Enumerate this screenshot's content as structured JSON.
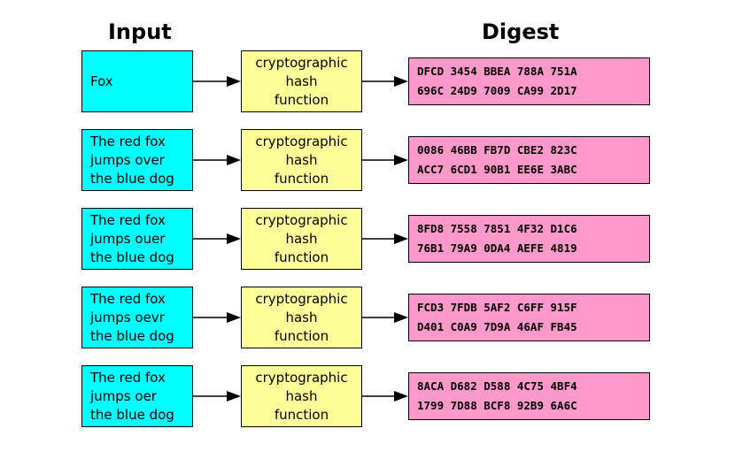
{
  "headings": {
    "input": "Input",
    "digest": "Digest"
  },
  "rows": [
    {
      "input": "Fox",
      "function": "cryptographic\nhash\nfunction",
      "digest": "DFCD 3454 BBEA 788A 751A\n696C 24D9 7009 CA99 2D17"
    },
    {
      "input": "The red fox\njumps over\nthe blue dog",
      "function": "cryptographic\nhash\nfunction",
      "digest": "0086 46BB FB7D CBE2 823C\nACC7 6CD1 90B1 EE6E 3ABC"
    },
    {
      "input": "The red fox\njumps ouer\nthe blue dog",
      "function": "cryptographic\nhash\nfunction",
      "digest": "8FD8 7558 7851 4F32 D1C6\n76B1 79A9 0DA4 AEFE 4819"
    },
    {
      "input": "The red fox\njumps oevr\nthe blue dog",
      "function": "cryptographic\nhash\nfunction",
      "digest": "FCD3 7FDB 5AF2 C6FF 915F\nD401 C0A9 7D9A 46AF FB45"
    },
    {
      "input": "The red fox\njumps oer\nthe blue dog",
      "function": "cryptographic\nhash\nfunction",
      "digest": "8ACA D682 D588 4C75 4BF4\n1799 7D88 BCF8 92B9 6A6C"
    }
  ],
  "colors": {
    "input": "#00ffff",
    "function": "#ffff99",
    "digest": "#ff99cc"
  }
}
